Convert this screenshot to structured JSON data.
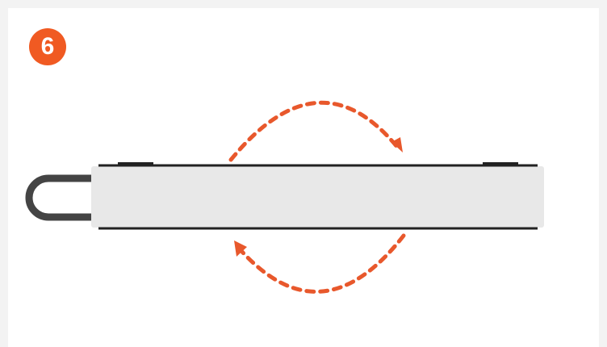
{
  "step": {
    "number": "6",
    "badge_color": "#f05a22"
  },
  "device": {
    "body_color": "#e8e8e8",
    "edge_color": "#222222",
    "handle_color": "#444444"
  },
  "arrows": {
    "color": "#e8582c",
    "top": "rotate-arc-arrow",
    "bottom": "rotate-arc-arrow"
  }
}
